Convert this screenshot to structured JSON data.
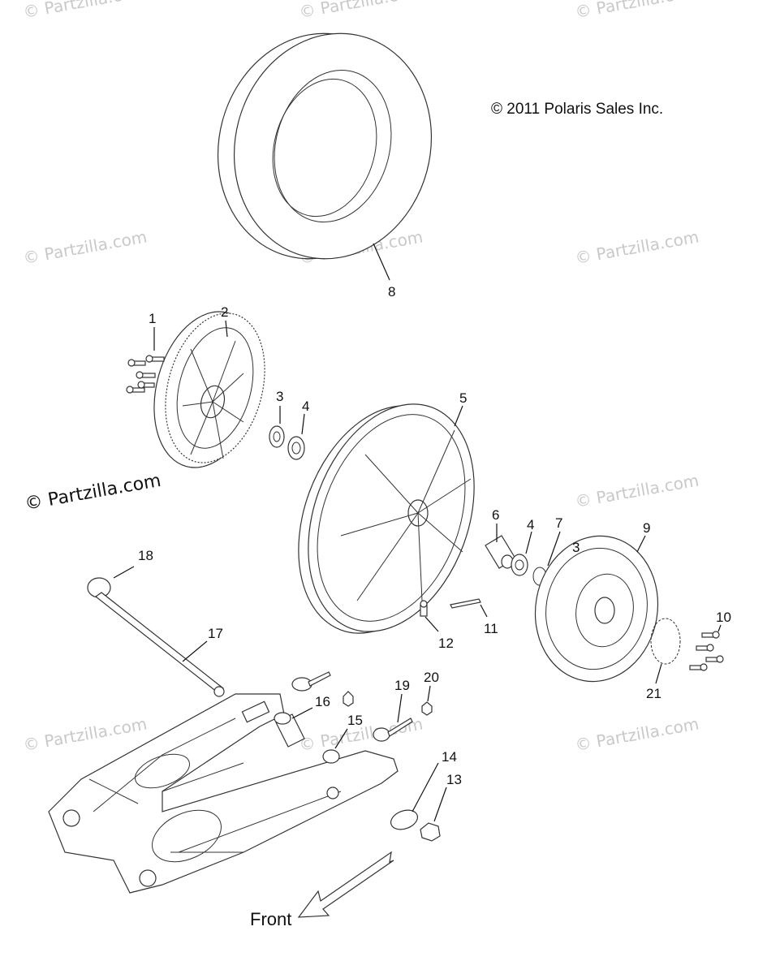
{
  "copyright": "© 2011 Polaris Sales Inc.",
  "front_label": "Front",
  "watermark_text": "© Partzilla.com",
  "callouts": [
    "1",
    "2",
    "3",
    "4",
    "5",
    "6",
    "4",
    "7",
    "3",
    "8",
    "9",
    "10",
    "11",
    "12",
    "13",
    "14",
    "15",
    "16",
    "17",
    "18",
    "19",
    "20",
    "21"
  ]
}
